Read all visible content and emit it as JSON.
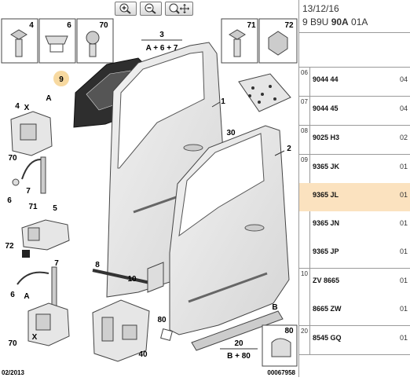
{
  "toolbar": {
    "zoom_in_icon": "zoom-in-icon",
    "zoom_out_icon": "zoom-out-icon",
    "pan_icon": "move-zoom-icon"
  },
  "diagram": {
    "callouts": {
      "c4_top": "4",
      "c6_top": "6",
      "c70_top": "70",
      "c71_top": "71",
      "c72_top": "72",
      "c3": "3",
      "c3_formula": "A + 6 + 7",
      "c9": "9",
      "c1": "1",
      "c2": "2",
      "c30": "30",
      "c4_left": "4",
      "cA_upper": "A",
      "cX_upper": "X",
      "c70_left": "70",
      "c7_upper": "7",
      "c6_left": "6",
      "c71_left": "71",
      "c5": "5",
      "c72_left": "72",
      "c8": "8",
      "c10": "10",
      "c7_lower": "7",
      "c6_lower": "6",
      "cA_lower": "A",
      "c70_lower": "70",
      "cX_lower": "X",
      "c40": "40",
      "c80_mid": "80",
      "cB": "B",
      "c80_box": "80",
      "c20": "20",
      "c20_formula": "B + 80"
    },
    "footer_date": "02/2013",
    "footer_ref": "00067958"
  },
  "panel": {
    "date": "13/12/16",
    "ref_prefix": "9 B9U ",
    "ref_bold": "90A",
    "ref_suffix": " 01A",
    "groups": [
      {
        "code": "06",
        "rows": [
          {
            "ref": "9044 44",
            "qty": "04",
            "selected": false
          }
        ]
      },
      {
        "code": "07",
        "rows": [
          {
            "ref": "9044 45",
            "qty": "04",
            "selected": false
          }
        ]
      },
      {
        "code": "08",
        "rows": [
          {
            "ref": "9025 H3",
            "qty": "02",
            "selected": false
          }
        ]
      },
      {
        "code": "09",
        "rows": [
          {
            "ref": "9365 JK",
            "qty": "01",
            "selected": false
          },
          {
            "ref": "9365 JL",
            "qty": "01",
            "selected": true
          },
          {
            "ref": "9365 JN",
            "qty": "01",
            "selected": false
          },
          {
            "ref": "9365 JP",
            "qty": "01",
            "selected": false
          }
        ]
      },
      {
        "code": "10",
        "rows": [
          {
            "ref": "ZV 8665",
            "qty": "01",
            "selected": false
          },
          {
            "ref": "8665 ZW",
            "qty": "01",
            "selected": false
          }
        ]
      },
      {
        "code": "20",
        "rows": [
          {
            "ref": "8545 GQ",
            "qty": "01",
            "selected": false
          }
        ]
      }
    ]
  },
  "colors": {
    "panel_highlight": "#fbe2bf",
    "callout_highlight": "#f7d9a0",
    "part_fill": "#e6e6e6",
    "outline": "#333333"
  }
}
